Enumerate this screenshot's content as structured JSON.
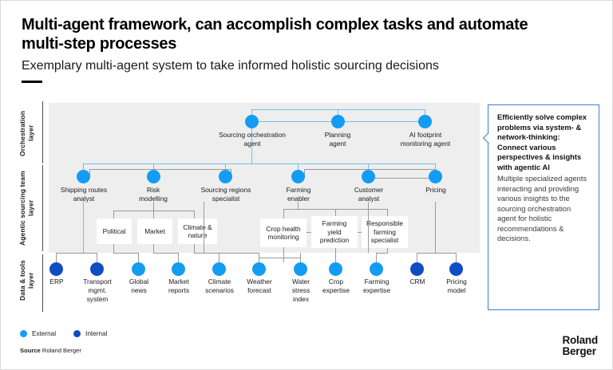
{
  "header": {
    "title": "Multi-agent framework, can accomplish complex tasks and automate multi-step processes",
    "subtitle": "Exemplary multi-agent system to take informed holistic sourcing decisions"
  },
  "layers": [
    {
      "id": "orchestration",
      "label": "Orchestration\nlayer"
    },
    {
      "id": "agentic-sourcing-team",
      "label": "Agentic sourcing\nteam layer"
    },
    {
      "id": "data-tools",
      "label": "Data &\ntools layer"
    }
  ],
  "orchestration_nodes": [
    {
      "label": "Sourcing orchestration\nagent",
      "type": "external"
    },
    {
      "label": "Planning\nagent",
      "type": "external"
    },
    {
      "label": "AI footprint\nmonitoring agent",
      "type": "external"
    }
  ],
  "agent_nodes": [
    {
      "label": "Shipping routes\nanalyst",
      "type": "external"
    },
    {
      "label": "Risk\nmodelling",
      "type": "external"
    },
    {
      "label": "Sourcing regions\nspecialist",
      "type": "external"
    },
    {
      "label": "Farming\nenabler",
      "type": "external"
    },
    {
      "label": "Customer\nanalyst",
      "type": "external"
    },
    {
      "label": "Pricing",
      "type": "external"
    }
  ],
  "sub_boxes_left": [
    {
      "label": "Political"
    },
    {
      "label": "Market"
    },
    {
      "label": "Climate &\nnature"
    }
  ],
  "sub_boxes_right": [
    {
      "label": "Crop health\nmonitoring"
    },
    {
      "label": "Farming\nyield\nprediction"
    },
    {
      "label": "Responsible\nfarming\nspecialist"
    }
  ],
  "tool_nodes": [
    {
      "label": "ERP",
      "type": "internal"
    },
    {
      "label": "Transport\nmgmt.\nsystem",
      "type": "internal"
    },
    {
      "label": "Global\nnews",
      "type": "external"
    },
    {
      "label": "Market\nreports",
      "type": "external"
    },
    {
      "label": "Climate\nscenarios",
      "type": "external"
    },
    {
      "label": "Weather\nforecast",
      "type": "external"
    },
    {
      "label": "Water\nstress\nindex",
      "type": "external"
    },
    {
      "label": "Crop\nexpertise",
      "type": "external"
    },
    {
      "label": "Farming\nexpertise",
      "type": "external"
    },
    {
      "label": "CRM",
      "type": "internal"
    },
    {
      "label": "Pricing\nmodel",
      "type": "internal"
    }
  ],
  "callout": {
    "heading": "Efficiently solve complex problems via system- & network-thinking: Connect various perspectives & insights with agentic AI",
    "body": "Multiple specialized agents interacting and providing various insights to the sourcing orchestration agent for holistic recommendations & decisions."
  },
  "legend": [
    {
      "label": "External",
      "type": "external"
    },
    {
      "label": "Internal",
      "type": "internal"
    }
  ],
  "source": {
    "label": "Source",
    "value": "Roland Berger"
  },
  "brand": {
    "line1": "Roland",
    "line2": "Berger"
  },
  "colors": {
    "external": "#139cf2",
    "internal": "#0e4ec4",
    "panel": "#eeeeee",
    "connector": "#9a9a9a",
    "connector_blue": "#6fbdf2",
    "callout_border": "#3a7fd5"
  }
}
